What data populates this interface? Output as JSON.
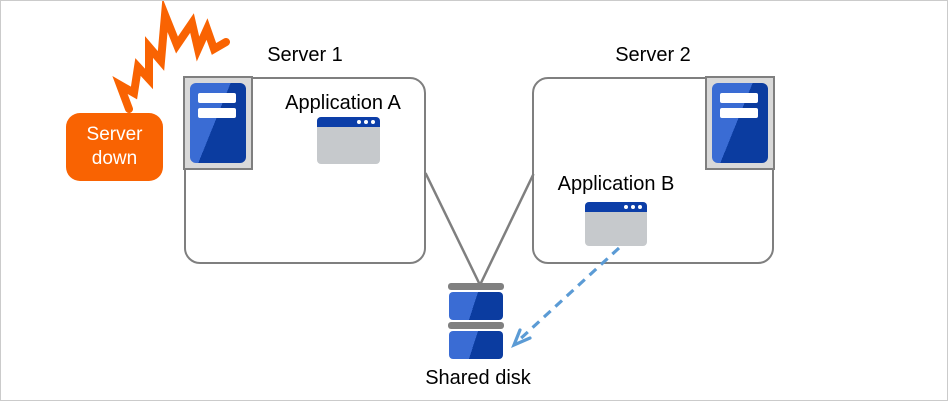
{
  "badge": {
    "line1": "Server",
    "line2": "down"
  },
  "server1": {
    "label": "Server 1",
    "app": "Application A"
  },
  "server2": {
    "label": "Server 2",
    "app": "Application B"
  },
  "disk": {
    "label": "Shared disk"
  },
  "colors": {
    "orange": "#F96302",
    "blue_light": "#3A6CD4",
    "blue_dark": "#0B3CA0",
    "gray_border": "#7F7F7F",
    "frame_gray": "#D9D9D9",
    "app_body": "#C6C9CC",
    "titlebar_blue": "#0C3EA8",
    "arrow_blue": "#5B9BD5",
    "bar_gray": "#808080"
  },
  "icons": {
    "shock": "shock-burst-icon",
    "server": "server-tower-icon",
    "app": "app-window-icon",
    "disk": "shared-disk-icon",
    "arrow": "dashed-arrow-icon"
  }
}
